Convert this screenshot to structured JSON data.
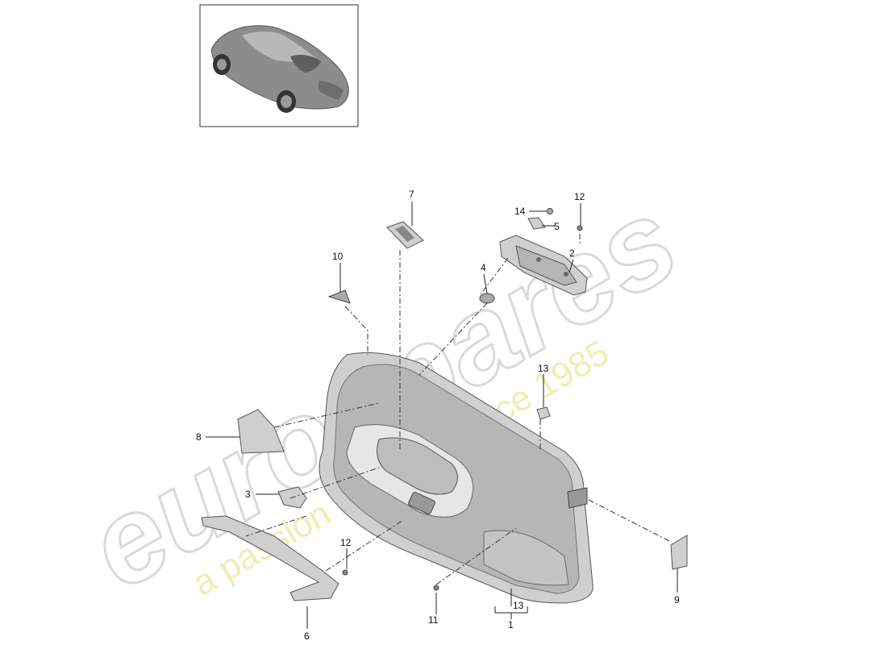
{
  "watermark": {
    "brand": "eurospares",
    "slogan": "a passion for parts since 1985"
  },
  "callouts": {
    "c1": "1",
    "c2": "2",
    "c3": "3",
    "c4": "4",
    "c5": "5",
    "c6": "6",
    "c7": "7",
    "c8": "8",
    "c9": "9",
    "c10": "10",
    "c11": "11",
    "c12a": "12",
    "c12b": "12",
    "c13a": "13",
    "c13b": "13",
    "c14": "14"
  },
  "colors": {
    "part": "#cfcfcf",
    "part_dark": "#a9a9a9",
    "watermark_gray": "#d9d9d9",
    "watermark_yellow": "#efe69a"
  }
}
